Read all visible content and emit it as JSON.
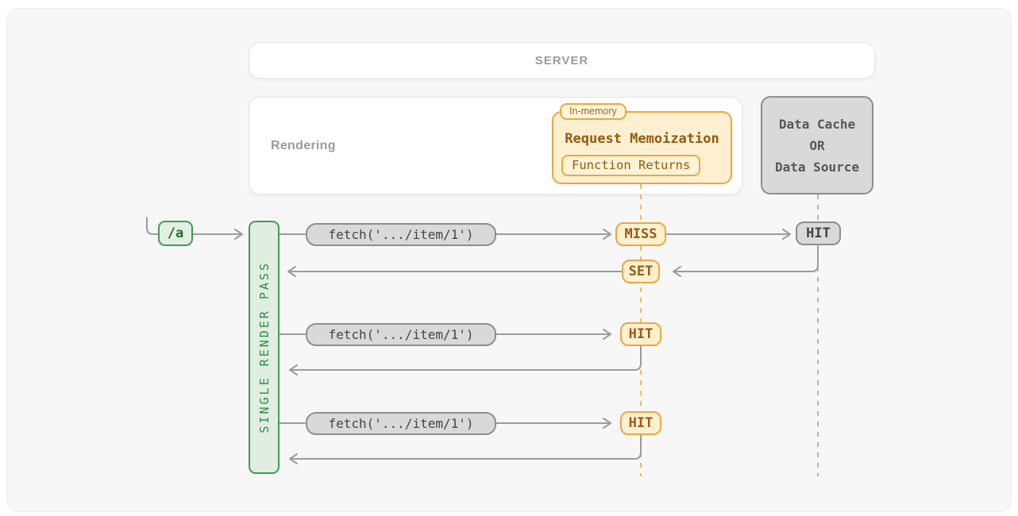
{
  "server": {
    "label": "SERVER"
  },
  "rendering": {
    "label": "Rendering"
  },
  "memoization": {
    "tag": "In-memory",
    "title": "Request Memoization",
    "inner_label": "Function Returns"
  },
  "data_cache": {
    "label": "Data Cache\nOR\nData Source"
  },
  "route": {
    "label": "/a"
  },
  "render_pass": {
    "label": "SINGLE RENDER PASS"
  },
  "sequence": {
    "row1": {
      "fetch_label": "fetch('.../item/1')",
      "result": "MISS"
    },
    "set_badge": "SET",
    "cache_result": "HIT",
    "row2": {
      "fetch_label": "fetch('.../item/1')",
      "result": "HIT"
    },
    "row3": {
      "fetch_label": "fetch('.../item/1')",
      "result": "HIT"
    }
  },
  "colors": {
    "orange_border": "#f0a63e",
    "orange_bg": "#fcf0d1",
    "orange_text": "#9a5b12",
    "orange_dash": "#f5b95f",
    "green_border": "#3f9e52",
    "green_bg": "#dfeee0",
    "green_text": "#2f8c44",
    "gray_badge_bg": "#d9d9d9",
    "gray_badge_border": "#8e8e8e",
    "gray_dash": "#b5b5b5",
    "arrow": "#9c9c9c"
  }
}
